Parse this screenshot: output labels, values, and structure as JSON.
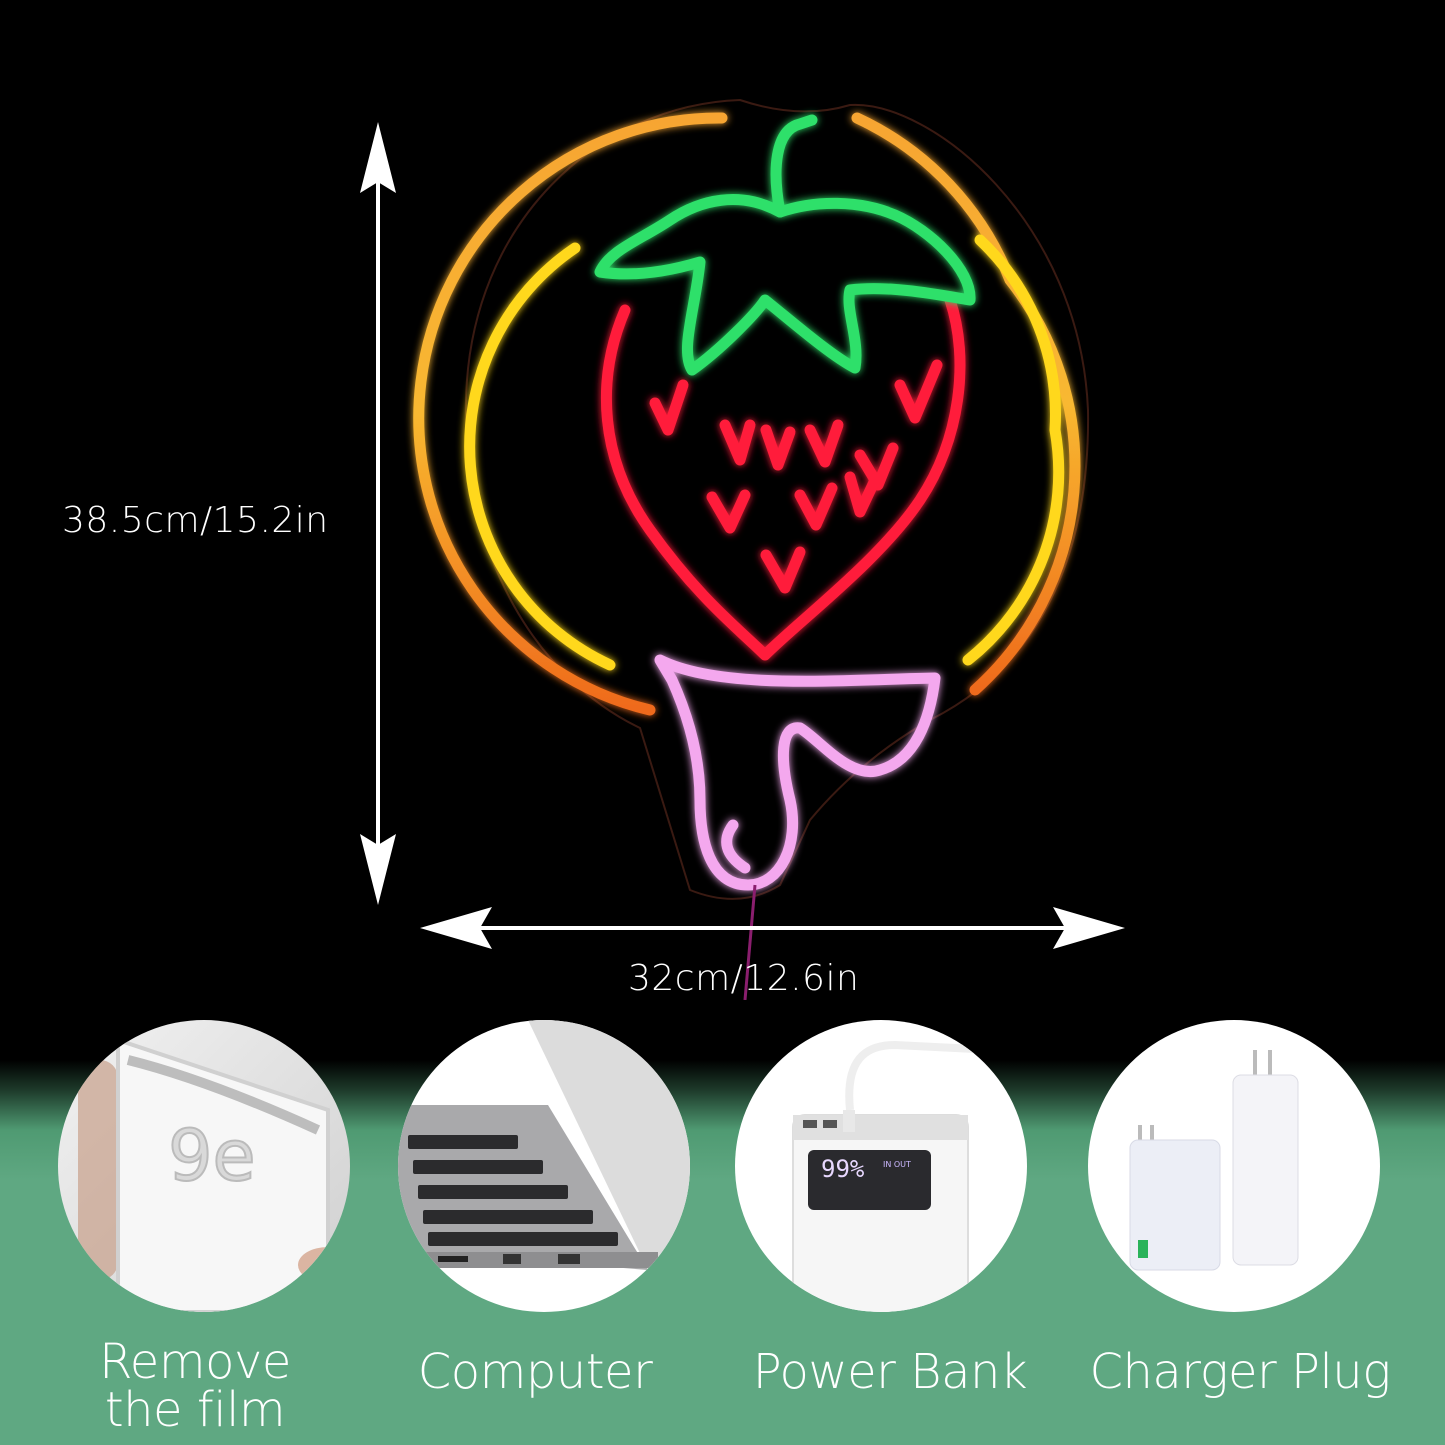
{
  "product": {
    "name": "Strawberry neon sign",
    "neon_colors": {
      "outer_ring": "#f5a623",
      "inner_ring": "#ffd21a",
      "leaves": "#2ee06a",
      "berry": "#ff1f3a",
      "drip": "#f4a8ee",
      "background": "#000000"
    }
  },
  "dimensions": {
    "height_label": "38.5cm/15.2in",
    "width_label": "32cm/12.6in"
  },
  "power_options": [
    {
      "id": "remove-film",
      "label_line1": "Remove",
      "label_line2": "the film"
    },
    {
      "id": "computer",
      "label": "Computer"
    },
    {
      "id": "power-bank",
      "label": "Power Bank",
      "display_value": "99%",
      "display_sub": "IN OUT"
    },
    {
      "id": "charger-plug",
      "label": "Charger Plug"
    }
  ],
  "colors": {
    "bottom_band": "#5fa882",
    "text": "#ffffff"
  }
}
